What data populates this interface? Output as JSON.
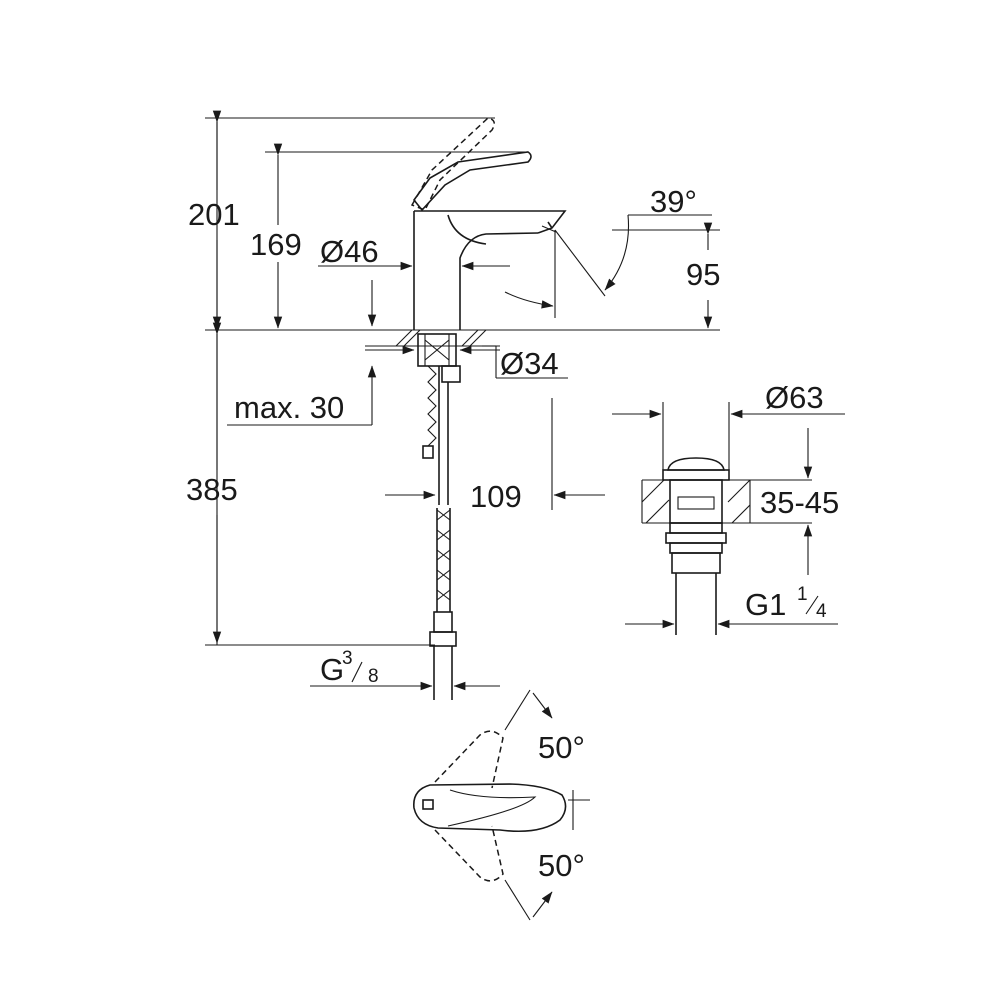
{
  "dimensions": {
    "height_total": "201",
    "height_spout": "169",
    "diameter_body": "Ø46",
    "spout_angle": "39°",
    "spout_height": "95",
    "diameter_shank": "Ø34",
    "max_thickness": "max. 30",
    "hose_length": "385",
    "projection": "109",
    "diameter_waste": "Ø63",
    "basin_thickness": "35-45",
    "waste_thread_main": "G1",
    "waste_thread_num": "1",
    "waste_thread_den": "4",
    "inlet_thread_main": "G",
    "inlet_thread_num": "3",
    "inlet_thread_den": "8",
    "rotation_left": "50°",
    "rotation_right": "50°"
  }
}
